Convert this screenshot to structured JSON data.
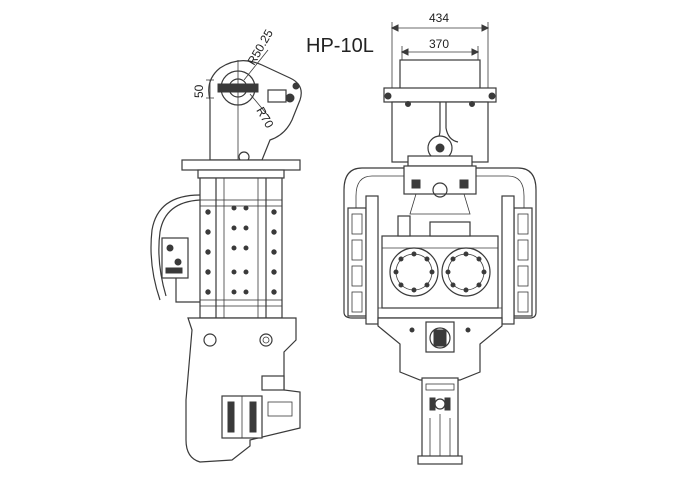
{
  "diagram": {
    "model_label": "HP-10L",
    "dimensions": {
      "overall_width": "434",
      "inner_width": "370",
      "height_50": "50",
      "radius_small": "R50.25",
      "radius_large": "R70"
    }
  },
  "colors": {
    "line": "#3a3a3a",
    "background": "#ffffff"
  }
}
